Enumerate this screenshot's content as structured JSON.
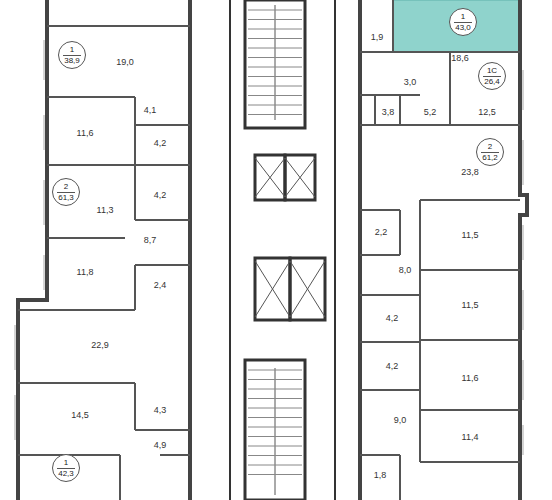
{
  "diagram": {
    "nodes": [
      {
        "text": [
          "1",
          "38,9"
        ]
      },
      {
        "text": [
          "2",
          "61,3"
        ]
      },
      {
        "text": [
          "1",
          "42,3"
        ]
      },
      {
        "text": [
          "1",
          "43,0"
        ]
      },
      {
        "text": [
          "1С",
          "26,4"
        ]
      },
      {
        "text": [
          "2",
          "61,2"
        ]
      }
    ],
    "labels": [
      "19,0",
      "4,1",
      "11,6",
      "4,2",
      "4,2",
      "11,3",
      "8,7",
      "11,8",
      "2,4",
      "22,9",
      "14,5",
      "4,3",
      "4,9",
      "18,6",
      "1,9",
      "3,0",
      "5,2",
      "3,8",
      "12,5",
      "23,8",
      "2,2",
      "11,5",
      "8,0",
      "4,2",
      "11,5",
      "4,2",
      "11,6",
      "9,0",
      "11,4",
      "1,8"
    ]
  }
}
